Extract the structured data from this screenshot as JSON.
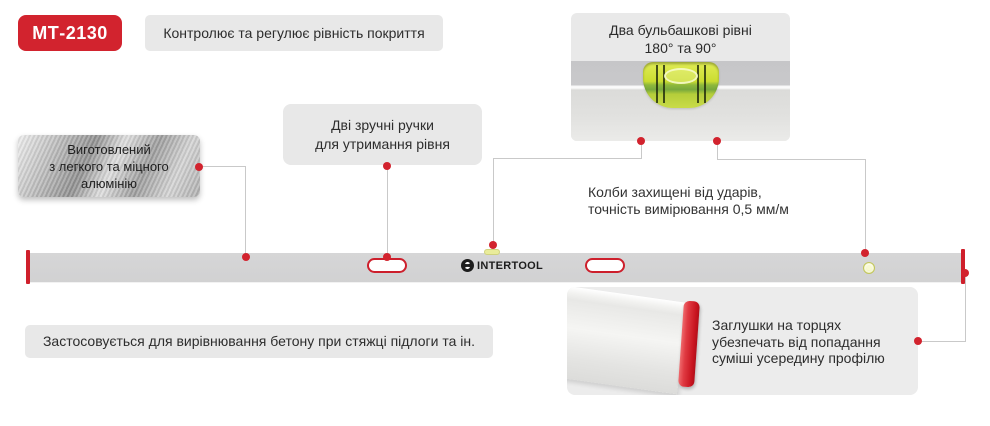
{
  "badge": {
    "model": "МТ-2130"
  },
  "callouts": {
    "control": {
      "text": "Контролює та регулює рівність покриття"
    },
    "vials": {
      "line1": "Два бульбашкові рівні",
      "line2": "180° та 90°"
    },
    "aluminum": {
      "line1": "Виготовлений",
      "line2": "з легкого та міцного",
      "line3": "алюмінію"
    },
    "handles": {
      "line1": "Дві зручні ручки",
      "line2": "для утримання рівня"
    },
    "protection": {
      "line1": "Колби захищені від ударів,",
      "line2": "точність вимірювання 0,5 мм/м"
    },
    "caps": {
      "line1": "Заглушки на торцях",
      "line2": "убезпечать від попадання",
      "line3": "суміші усередину профілю"
    },
    "application": {
      "text": "Застосовується для вирівнювання бетону при стяжці підлоги та ін."
    }
  },
  "level": {
    "brand": "INTERTOOL"
  },
  "colors": {
    "brand_red": "#d2232e",
    "panel_gray": "#e8e8e8",
    "bar_gray": "#d3d3d4",
    "connector_gray": "#c9c9c9",
    "vial_green": "#c6d934"
  }
}
